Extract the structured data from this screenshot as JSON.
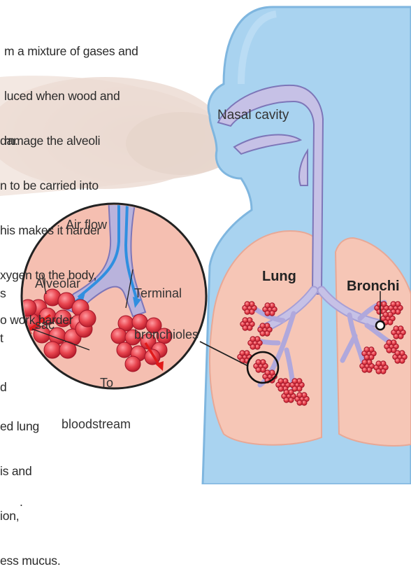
{
  "text_fragments": {
    "p1": [
      "m a mixture of gases and",
      "luced when wood and",
      "rn."
    ],
    "p2": [
      "damage the alveoli",
      "n to be carried into",
      "his makes it harder",
      "xygen to the body,",
      "o work harder"
    ],
    "p3": [
      "s",
      "t"
    ],
    "p4": [
      "d"
    ],
    "p5": [
      "ed lung",
      "is and",
      "ion,",
      "ess mucus."
    ],
    "p6": [
      "."
    ]
  },
  "labels": {
    "nasal_cavity": "Nasal cavity",
    "lung": "Lung",
    "bronchi": "Bronchi",
    "air_flow": "Air flow",
    "alveolar_sac": [
      "Alveolar",
      "sac"
    ],
    "terminal_bronchioles": [
      "Terminal",
      "bronchioles"
    ],
    "to_bloodstream": [
      "To",
      "bloodstream"
    ]
  },
  "colors": {
    "body": "#a9d3f0",
    "body_outline": "#6fa9d6",
    "lung": "#f6c6b6",
    "airway": "#b9b3dc",
    "alveoli": "#e8454f",
    "airflow_arrow": "#2f8fe0",
    "blood_arrow": "#e11a1a",
    "inset_bg": "#f5bfb1",
    "smoke": "#e8d7cf"
  }
}
